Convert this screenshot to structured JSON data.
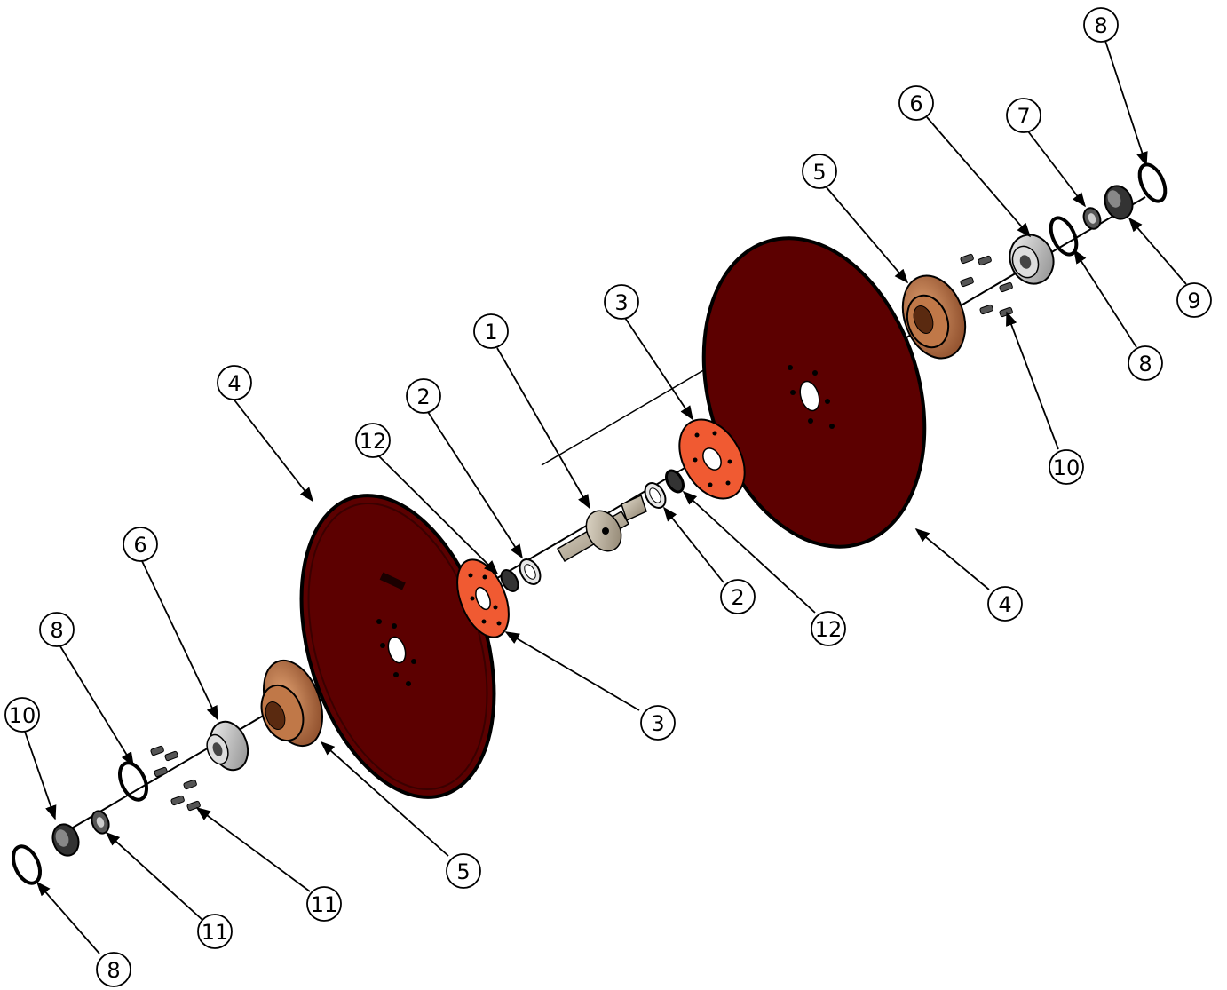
{
  "diagram": {
    "type": "exploded-assembly-view",
    "colors": {
      "disc": "#5c0000",
      "disc_outline": "#000000",
      "gasket": "#f05a32",
      "hub": "#b87048",
      "bearing": "#c8c8c8",
      "shaft": "#b8ac98",
      "line": "#000000"
    },
    "parts": [
      {
        "id": "b1",
        "label": "1"
      },
      {
        "id": "b2a",
        "label": "2"
      },
      {
        "id": "b2b",
        "label": "2"
      },
      {
        "id": "b3a",
        "label": "3"
      },
      {
        "id": "b3b",
        "label": "3"
      },
      {
        "id": "b4a",
        "label": "4"
      },
      {
        "id": "b4b",
        "label": "4"
      },
      {
        "id": "b5a",
        "label": "5"
      },
      {
        "id": "b5b",
        "label": "5"
      },
      {
        "id": "b6a",
        "label": "6"
      },
      {
        "id": "b6b",
        "label": "6"
      },
      {
        "id": "b7",
        "label": "7"
      },
      {
        "id": "b8a",
        "label": "8"
      },
      {
        "id": "b8b",
        "label": "8"
      },
      {
        "id": "b8c",
        "label": "8"
      },
      {
        "id": "b8d",
        "label": "8"
      },
      {
        "id": "b9a",
        "label": "9"
      },
      {
        "id": "b9b",
        "label": "9"
      },
      {
        "id": "b10a",
        "label": "10"
      },
      {
        "id": "b10b",
        "label": "10"
      },
      {
        "id": "b11",
        "label": "11"
      },
      {
        "id": "b12a",
        "label": "12"
      },
      {
        "id": "b12b",
        "label": "12"
      }
    ]
  }
}
